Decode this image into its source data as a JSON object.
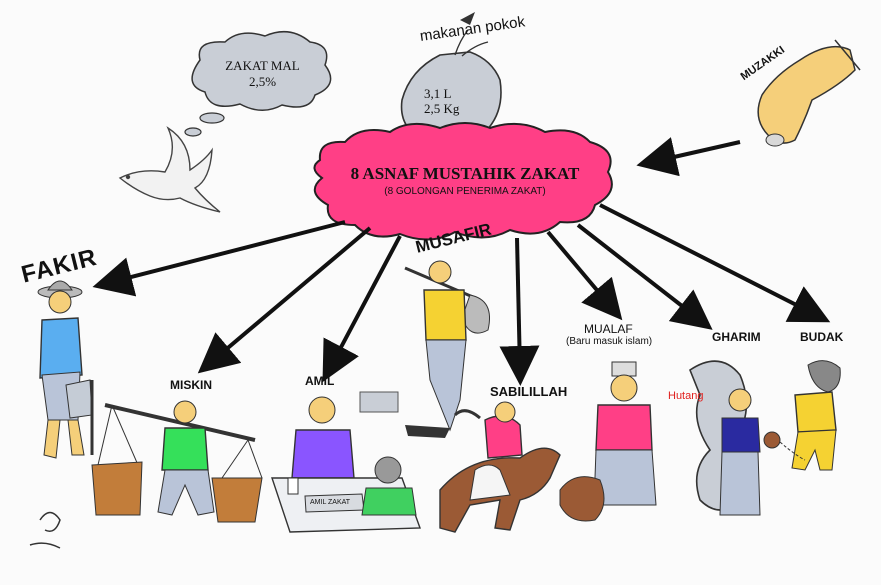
{
  "center": {
    "title": "8 ASNAF MUSTAHIK ZAKAT",
    "subtitle": "(8 GOLONGAN PENERIMA ZAKAT)",
    "color": "#ff3f86"
  },
  "zakat_mal": {
    "line1": "ZAKAT MAL",
    "line2": "2,5%"
  },
  "fitrah_bag": {
    "caption": "makanan pokok",
    "line1": "3,1 L",
    "line2": "2,5 Kg"
  },
  "muzakki": {
    "label": "MUZAKKI"
  },
  "asnaf": [
    {
      "label": "FAKIR"
    },
    {
      "label": "MISKIN"
    },
    {
      "label": "AMIL"
    },
    {
      "label": "MUSAFIR"
    },
    {
      "label": "SABILILLAH"
    },
    {
      "label": "MUALAF",
      "note": "(Baru masuk islam)"
    },
    {
      "label": "GHARIM",
      "note": "Hutang"
    },
    {
      "label": "BUDAK"
    }
  ],
  "amil_sign": "AMIL ZAKAT",
  "colors": {
    "accent": "#ff3f86",
    "hutang": "#e0201e",
    "ink": "#111111"
  }
}
